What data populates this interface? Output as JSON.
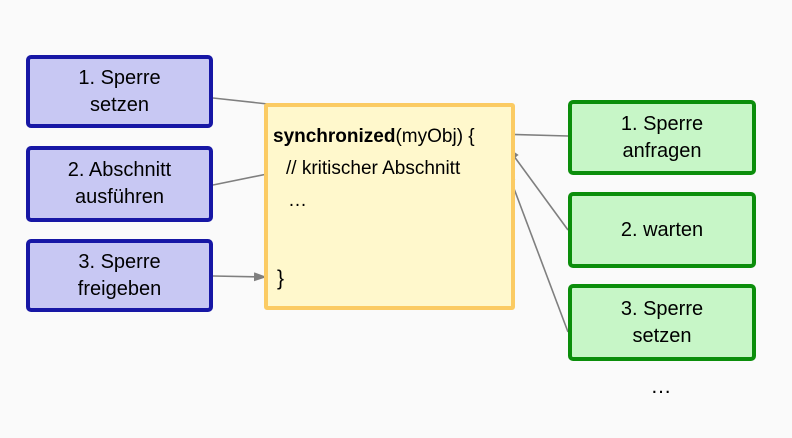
{
  "colors": {
    "blue_border": "#1717A5",
    "blue_fill": "#C8C8F3",
    "green_border": "#0B8E0B",
    "green_fill": "#C7F6C7",
    "yellow_border": "#FBCB63",
    "yellow_fill": "#FFF8CC",
    "arrow": "#7F7F7F",
    "text": "#000000",
    "bg": "#FAFAFA"
  },
  "diagram": {
    "left_steps": [
      {
        "lines": [
          "1. Sperre",
          "setzen"
        ]
      },
      {
        "lines": [
          "2. Abschnitt",
          "ausführen"
        ]
      },
      {
        "lines": [
          "3. Sperre",
          "freigeben"
        ]
      }
    ],
    "right_steps": [
      {
        "lines": [
          "1. Sperre",
          "anfragen"
        ]
      },
      {
        "lines": [
          "2. warten"
        ]
      },
      {
        "lines": [
          "3. Sperre",
          "setzen"
        ]
      }
    ],
    "code": {
      "keyword": "synchronized",
      "rest": "(myObj) {",
      "comment": "// kritischer Abschnitt",
      "ellipsis": "…",
      "closing_brace": "}"
    },
    "bottom_ellipsis": "…"
  }
}
